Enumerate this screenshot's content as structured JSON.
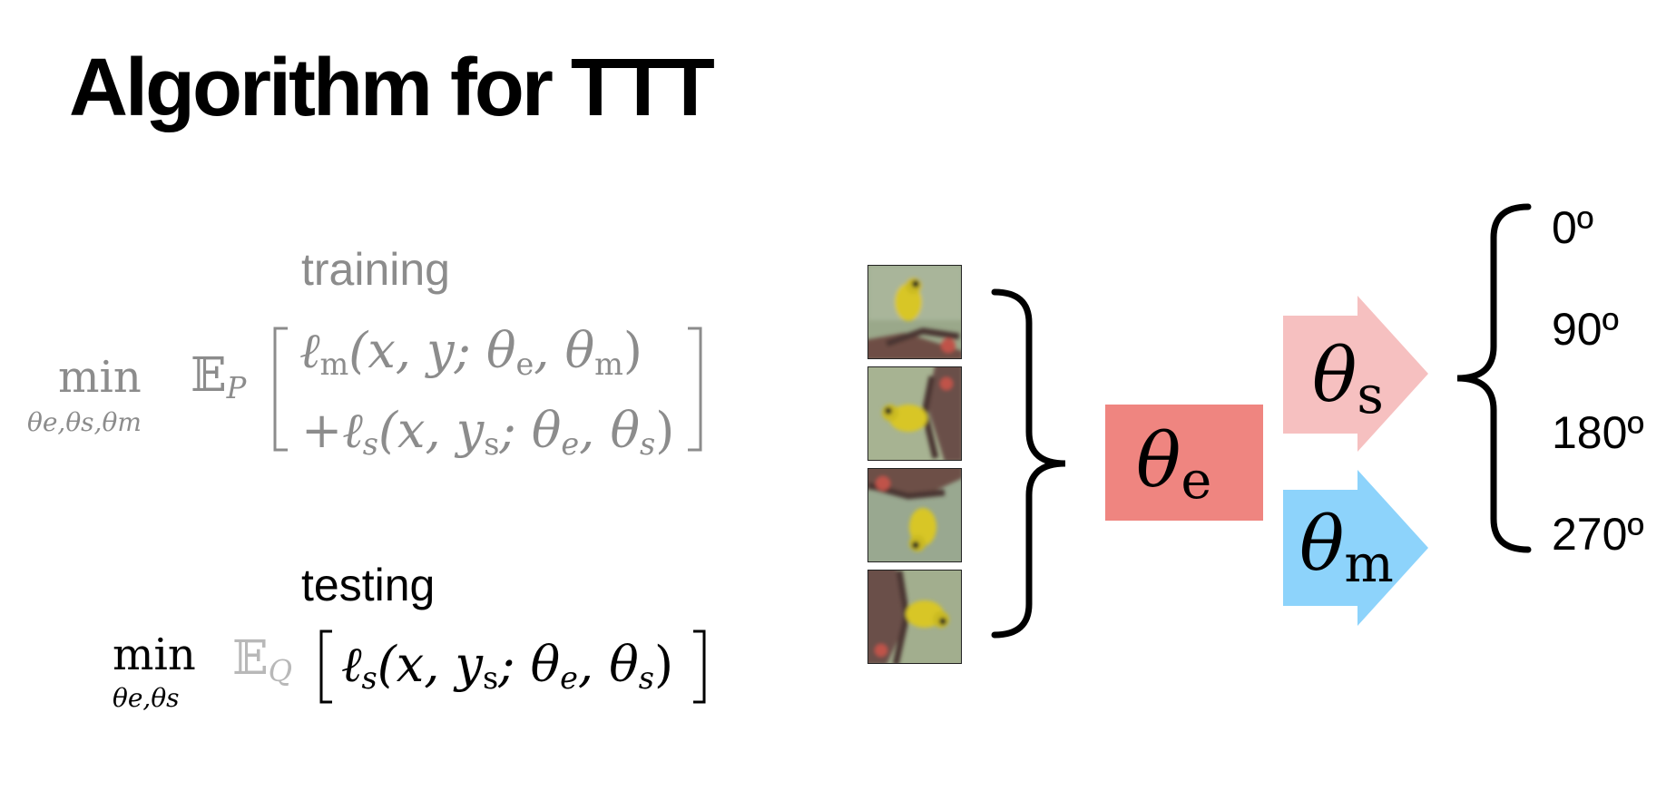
{
  "title": "Algorithm for TTT",
  "training": {
    "label": "training",
    "min_word": "min",
    "min_sub": "θe,θs,θm",
    "expectation": "𝔼",
    "expectation_sub": "P",
    "line1": {
      "ell": "ℓ",
      "ell_sub": "m",
      "args": "(x, y; θ",
      "args_sub1": "e",
      "args_mid": ", θ",
      "args_sub2": "m",
      "args_end": ")"
    },
    "line2": {
      "plus": "+",
      "ell": "ℓ",
      "ell_sub": "s",
      "args": "(x, y",
      "args_ysub": "s",
      "args_rest": "; θ",
      "args_sub1": "e",
      "args_mid": ", θ",
      "args_sub2": "s",
      "args_end": ")"
    }
  },
  "testing": {
    "label": "testing",
    "min_word": "min",
    "min_sub": "θe,θs",
    "expectation": "𝔼",
    "expectation_sub": "Q",
    "term": {
      "ell": "ℓ",
      "ell_sub": "s",
      "args": "(x, y",
      "args_ysub": "s",
      "args_rest": "; θ",
      "args_sub1": "e",
      "args_mid": ", θ",
      "args_sub2": "s",
      "args_end": ")"
    }
  },
  "diagram": {
    "encoder": {
      "symbol": "θ",
      "sub": "e",
      "color": "#ef8580"
    },
    "ss_head": {
      "symbol": "θ",
      "sub": "s",
      "color": "#f6c0c0"
    },
    "main_head": {
      "symbol": "θ",
      "sub": "m",
      "color": "#8dd3fb"
    },
    "rotations": [
      "0º",
      "90º",
      "180º",
      "270º"
    ]
  }
}
